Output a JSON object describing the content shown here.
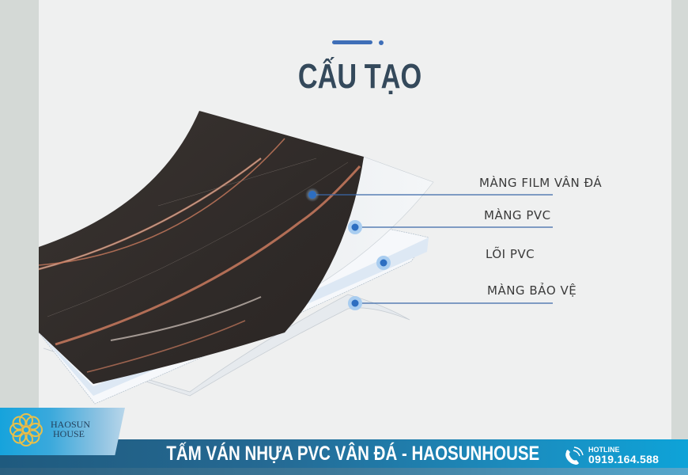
{
  "section": {
    "title": "CẤU TẠO",
    "accent_color": "#3f6fb8",
    "title_color": "#34495b"
  },
  "layers": [
    {
      "label": "MÀNG FILM VÂN ĐÁ",
      "has_leader_line": true
    },
    {
      "label": "MÀNG PVC",
      "has_leader_line": true
    },
    {
      "label": "LÕI PVC",
      "has_leader_line": false
    },
    {
      "label": "MÀNG BẢO VỆ",
      "has_leader_line": true
    }
  ],
  "brand": {
    "logo_icon": "lotus-mandala-icon",
    "name_line1": "HAOSUN",
    "name_line2": "HOUSE"
  },
  "banner": {
    "title": "TẤM VÁN NHỰA PVC VÂN ĐÁ - HAOSUNHOUSE",
    "hotline_label": "HOTLINE",
    "hotline_number": "0919.164.588",
    "phone_icon": "phone-icon",
    "colors": {
      "start": "#1f5a7e",
      "end": "#0ea3d8"
    }
  }
}
